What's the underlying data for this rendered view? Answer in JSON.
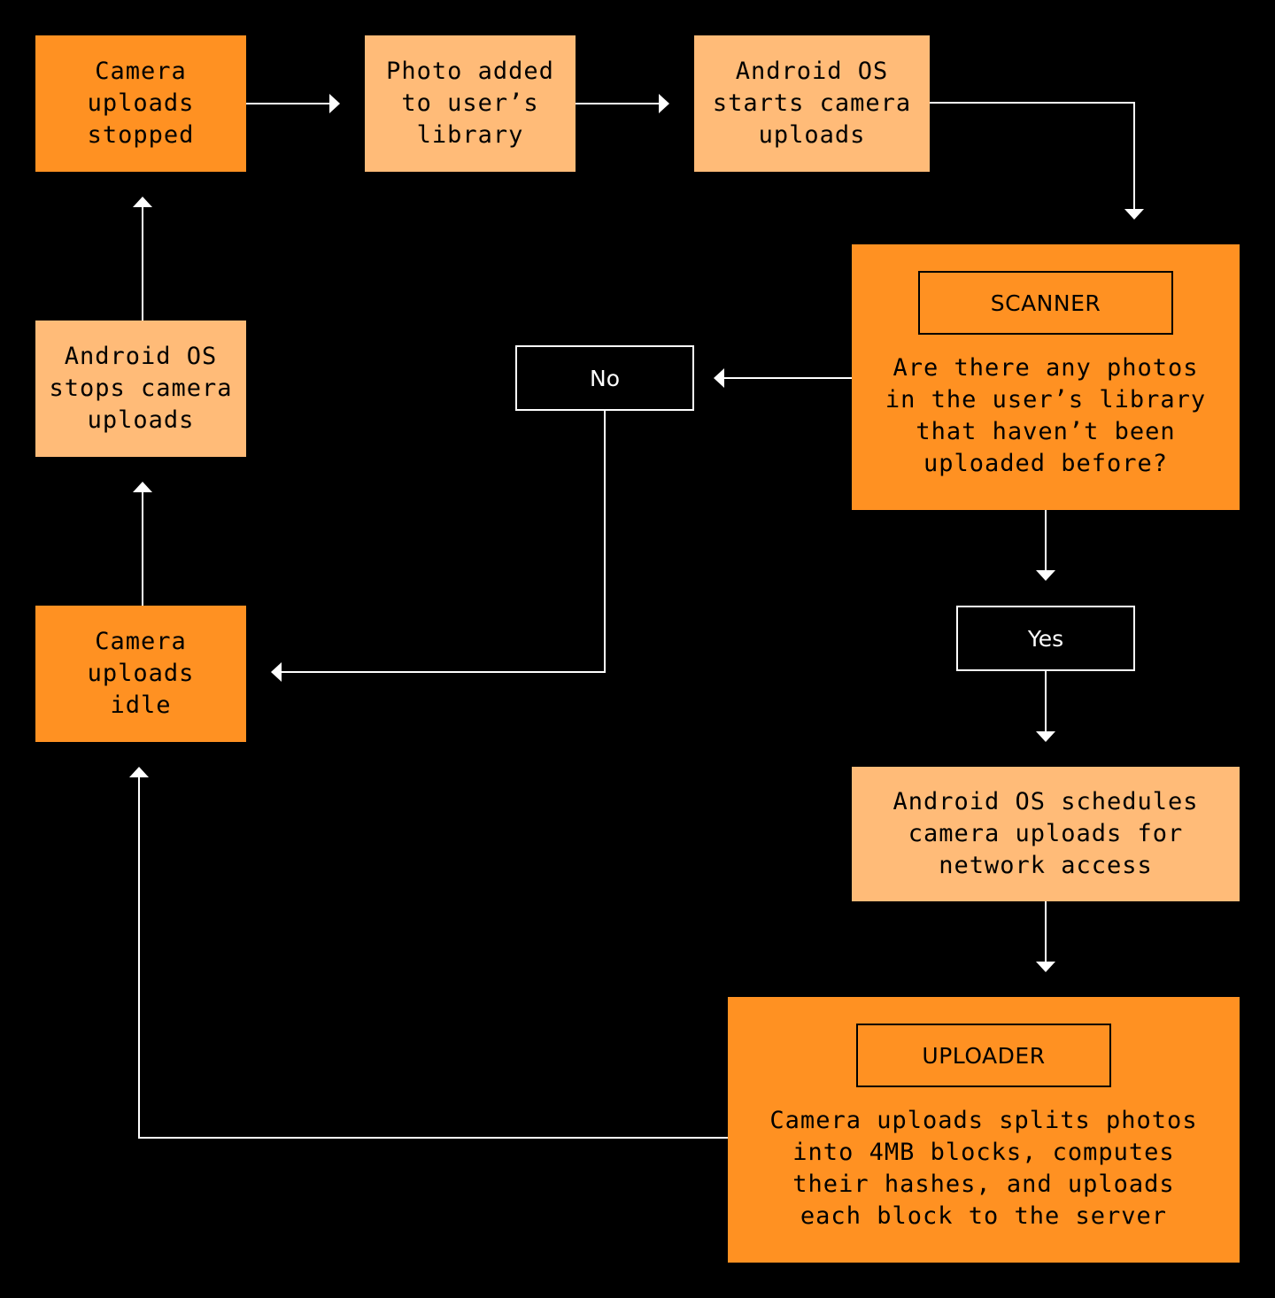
{
  "colors": {
    "background": "#000000",
    "primary_node": "#ff9122",
    "secondary_node": "#ffbb78",
    "connector": "#ffffff"
  },
  "nodes": {
    "camera_uploads_stopped": "Camera\nuploads\nstopped",
    "photo_added": "Photo added\nto user’s\nlibrary",
    "android_starts": "Android OS\nstarts camera\nuploads",
    "scanner": {
      "tag": "SCANNER",
      "question": "Are there any photos\nin the user’s library\nthat haven’t been\nuploaded before?"
    },
    "android_stops": "Android OS\nstops camera\nuploads",
    "camera_uploads_idle": "Camera\nuploads\nidle",
    "android_schedules": "Android OS schedules\ncamera uploads for\nnetwork access",
    "uploader": {
      "tag": "UPLOADER",
      "description": "Camera uploads splits photos\ninto 4MB blocks, computes\ntheir hashes, and uploads\neach block to the server"
    }
  },
  "decisions": {
    "no": "No",
    "yes": "Yes"
  }
}
